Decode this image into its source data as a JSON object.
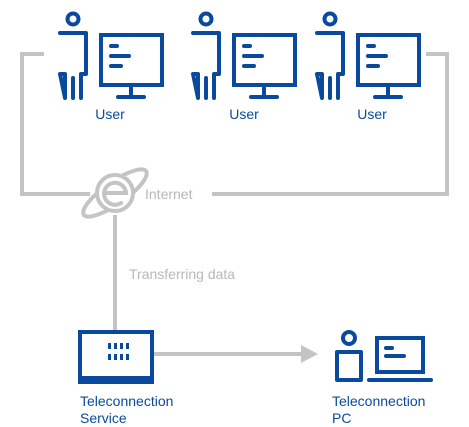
{
  "users": [
    {
      "label": "User"
    },
    {
      "label": "User"
    },
    {
      "label": "User"
    }
  ],
  "internet": {
    "label": "Internet"
  },
  "transfer": {
    "label": "Transferring data"
  },
  "teleconnection_service": {
    "line1": "Teleconnection",
    "line2": "Service"
  },
  "teleconnection_pc": {
    "line1": "Teleconnection",
    "line2": "PC"
  },
  "colors": {
    "blue": "#0a4a9e",
    "connector_gray": "#c4c4c4",
    "label_gray": "#b8b8b8"
  }
}
